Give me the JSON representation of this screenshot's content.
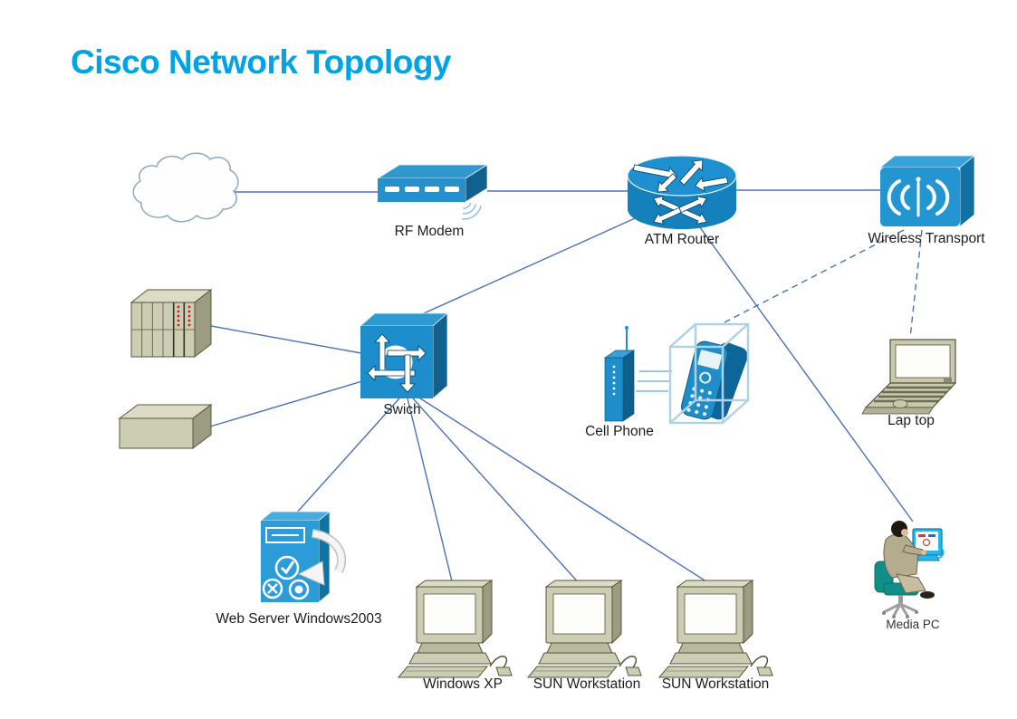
{
  "title": "Cisco Network Topology",
  "colors": {
    "title": "#00A3E4",
    "connector": "#4A72B8",
    "device_blue": "#1E8DCB",
    "device_blue_dark": "#0F5F8C",
    "device_khaki": "#CDCDB4",
    "chair_teal": "#0F8F85",
    "led_red": "#CC2222"
  },
  "nodes": [
    {
      "id": "cloud",
      "label": "",
      "icon": "cloud-icon"
    },
    {
      "id": "rf-modem",
      "label": "RF Modem",
      "icon": "modem-icon"
    },
    {
      "id": "atm-router",
      "label": "ATM Router",
      "icon": "router-icon"
    },
    {
      "id": "wireless-transport",
      "label": "Wireless Transport",
      "icon": "wireless-transport-icon"
    },
    {
      "id": "rack-unit",
      "label": "",
      "icon": "chassis-rack-icon"
    },
    {
      "id": "device-box",
      "label": "",
      "icon": "box-device-icon"
    },
    {
      "id": "switch",
      "label": "Swich",
      "icon": "switch-icon"
    },
    {
      "id": "cell-phone",
      "label": "Cell Phone",
      "icon": "cell-tower-icon"
    },
    {
      "id": "phone-cube",
      "label": "",
      "icon": "phone-in-cube-icon"
    },
    {
      "id": "laptop",
      "label": "Lap top",
      "icon": "laptop-icon"
    },
    {
      "id": "web-server",
      "label": "Web Server Windows2003",
      "icon": "server-icon"
    },
    {
      "id": "windows-xp",
      "label": "Windows XP",
      "icon": "workstation-icon"
    },
    {
      "id": "sun-workstation-1",
      "label": "SUN Workstation",
      "icon": "workstation-icon"
    },
    {
      "id": "sun-workstation-2",
      "label": "SUN Workstation",
      "icon": "workstation-icon"
    },
    {
      "id": "media-pc",
      "label": "Media PC",
      "icon": "person-at-computer-icon"
    }
  ],
  "edges": [
    {
      "from": "cloud",
      "to": "rf-modem",
      "style": "solid"
    },
    {
      "from": "rf-modem",
      "to": "atm-router",
      "style": "solid"
    },
    {
      "from": "atm-router",
      "to": "wireless-transport",
      "style": "solid"
    },
    {
      "from": "atm-router",
      "to": "switch",
      "style": "solid"
    },
    {
      "from": "atm-router",
      "to": "media-pc",
      "style": "solid"
    },
    {
      "from": "wireless-transport",
      "to": "phone-cube",
      "style": "dashed"
    },
    {
      "from": "wireless-transport",
      "to": "laptop",
      "style": "dashed"
    },
    {
      "from": "rack-unit",
      "to": "switch",
      "style": "solid"
    },
    {
      "from": "device-box",
      "to": "switch",
      "style": "solid"
    },
    {
      "from": "switch",
      "to": "web-server",
      "style": "solid"
    },
    {
      "from": "switch",
      "to": "windows-xp",
      "style": "solid"
    },
    {
      "from": "switch",
      "to": "sun-workstation-1",
      "style": "solid"
    },
    {
      "from": "switch",
      "to": "sun-workstation-2",
      "style": "solid"
    }
  ]
}
